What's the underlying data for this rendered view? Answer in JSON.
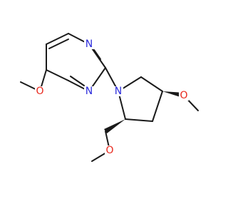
{
  "molecule": {
    "atoms": [
      {
        "id": "N_py1",
        "symbol": "N"
      },
      {
        "id": "N_py3",
        "symbol": "N"
      },
      {
        "id": "O_ring_ome",
        "symbol": "O"
      },
      {
        "id": "N_pyr",
        "symbol": "N"
      },
      {
        "id": "O_c4_ome",
        "symbol": "O"
      },
      {
        "id": "O_ch2_ome",
        "symbol": "O"
      }
    ],
    "colors": {
      "bond": "#1a1a1a",
      "nitrogen": "#2b2bdb",
      "oxygen": "#e8271c",
      "carbon": "#1a1a1a"
    }
  }
}
